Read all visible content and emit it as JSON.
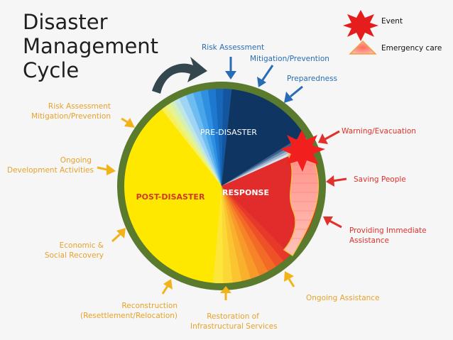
{
  "title_lines": [
    "Disaster",
    "Management",
    "Cycle"
  ],
  "phases": {
    "pre": "PRE-DISASTER",
    "response": "RESPONSE",
    "post": "POST-DISASTER"
  },
  "legend": {
    "event": "Event",
    "emergency": "Emergency care"
  },
  "labels": {
    "risk_assessment": "Risk Assessment",
    "mitigation": "Mitigation/Prevention",
    "preparedness": "Preparedness",
    "warning": "Warning/Evacuation",
    "saving": "Saving People",
    "providing_1": "Providing Immediate",
    "providing_2": "Assistance",
    "ongoing_assist": "Ongoing Assistance",
    "restoration_1": "Restoration of",
    "restoration_2": "Infrastructural Services",
    "reconstruction_1": "Reconstruction",
    "reconstruction_2": "(Resettlement/Relocation)",
    "economic_1": "Economic &",
    "economic_2": "Social Recovery",
    "ongoing_dev_1": "Ongoing",
    "ongoing_dev_2": "Development Activities",
    "risk_mit_1": "Risk Assessment",
    "risk_mit_2": "Mitigation/Prevention"
  },
  "colors": {
    "ring": "#5a7a2e",
    "orange_text": "#e8a227",
    "blue_text": "#2a6cb3",
    "red_text": "#e0312c",
    "pre_dark": "#0f3563",
    "response": "#e22b2b",
    "post": "#ffe800"
  }
}
